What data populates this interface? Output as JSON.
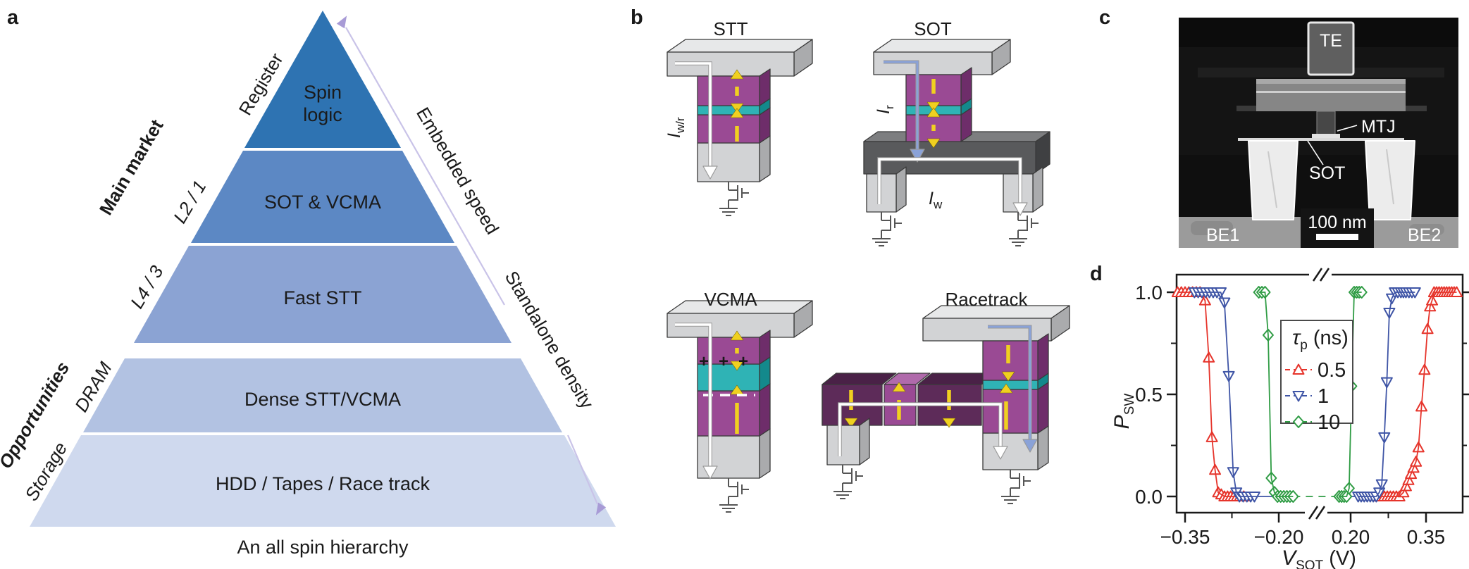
{
  "palette": {
    "pyramid": [
      "#2e73b2",
      "#5c88c4",
      "#8ba3d3",
      "#b2c2e2",
      "#cfd9ee"
    ],
    "arrow_line": "#c9c3e8",
    "arrow_head": "#a89bd6",
    "purple_front": "#9a4a94",
    "purple_side": "#6e2d6a",
    "purple_top": "#b06aab",
    "dark_purple_front": "#5d2b59",
    "dark_purple_top": "#4a2147",
    "teal_front": "#2fb3b5",
    "teal_side": "#13898c",
    "teal_top": "#8fd8d8",
    "gray_front": "#d2d3d5",
    "gray_side": "#aaabad",
    "gray_top": "#e7e8e9",
    "channel_front": "#595a5c",
    "channel_side": "#3f4042",
    "channel_top": "#7d7e80",
    "yellow": "#f0d020",
    "white_current": "#ffffff",
    "blue_current": "#8aa2d8",
    "outline": "#3a3a3a",
    "series_red": "#e6342b",
    "series_blue": "#3f55a6",
    "series_green": "#2f9c44"
  },
  "panels": {
    "a": {
      "label": "a",
      "caption": "An all spin hierarchy",
      "pyramid_layers": [
        {
          "level": "Register",
          "line1": "Spin",
          "line2": "logic"
        },
        {
          "level": "L2 / 1",
          "line1": "SOT & VCMA"
        },
        {
          "level": "L4 / 3",
          "line1": "Fast STT"
        },
        {
          "level": "DRAM",
          "line1": "Dense STT/VCMA"
        },
        {
          "level": "Storage",
          "line1": "HDD / Tapes / Race track"
        }
      ],
      "group_labels": {
        "top": "Main market",
        "bottom": "Opportunities"
      },
      "slope_labels": {
        "up": "Embedded speed",
        "down": "Standalone density"
      }
    },
    "b": {
      "label": "b",
      "devices": [
        {
          "name": "STT",
          "currents": [
            {
              "base": "I",
              "sub": "w/r"
            }
          ]
        },
        {
          "name": "SOT",
          "currents": [
            {
              "base": "I",
              "sub": "r"
            },
            {
              "base": "I",
              "sub": "w"
            }
          ]
        },
        {
          "name": "VCMA",
          "currents": []
        },
        {
          "name": "Racetrack",
          "currents": []
        }
      ]
    },
    "c": {
      "label": "c",
      "annotations": {
        "top_electrode": "TE",
        "mtj": "MTJ",
        "sot_layer": "SOT",
        "bottom_electrode_1": "BE1",
        "bottom_electrode_2": "BE2",
        "scale_bar": "100 nm"
      }
    },
    "d": {
      "label": "d",
      "ylabel": {
        "base": "P",
        "sub": "SW"
      },
      "xlabel": {
        "base": "V",
        "sub": "SOT",
        "rest": " (V)"
      },
      "legend_title": {
        "base": "τ",
        "sub": "p",
        "rest": " (ns)"
      }
    }
  },
  "chart_data": {
    "type": "scatter",
    "title": "Switching probability vs SOT voltage",
    "xlabel": "V_SOT (V)",
    "ylabel": "P_SW",
    "ylim": [
      0.0,
      1.0
    ],
    "yticks": [
      {
        "label": "1.0",
        "p": 1.0
      },
      {
        "label": "0.5",
        "p": 0.5
      },
      {
        "label": "0.0",
        "p": 0.0
      }
    ],
    "minor_yticks": [
      0.25,
      0.75
    ],
    "xticks": [
      {
        "label": "−0.35",
        "v": -0.35
      },
      {
        "label": "−0.20",
        "v": -0.2
      },
      {
        "label": "0.20",
        "v": 0.2
      },
      {
        "label": "0.35",
        "v": 0.35
      }
    ],
    "minor_xticks": [
      -0.275,
      0.275
    ],
    "x_axis_break": [
      -0.155,
      0.155
    ],
    "legend_position": "upper center-left",
    "grid": false,
    "series": [
      {
        "name": "0.5",
        "marker": "triangle-up",
        "color_key": "series_red",
        "left": [
          [
            -0.362,
            1
          ],
          [
            -0.356,
            1
          ],
          [
            -0.35,
            1
          ],
          [
            -0.344,
            1
          ],
          [
            -0.338,
            1
          ],
          [
            -0.332,
            1
          ],
          [
            -0.326,
            1
          ],
          [
            -0.318,
            0.96
          ],
          [
            -0.312,
            0.68
          ],
          [
            -0.307,
            0.29
          ],
          [
            -0.302,
            0.13
          ],
          [
            -0.297,
            0.02
          ],
          [
            -0.292,
            0.01
          ],
          [
            -0.287,
            0
          ],
          [
            -0.282,
            0
          ],
          [
            -0.277,
            0
          ],
          [
            -0.272,
            0
          ],
          [
            -0.267,
            0
          ],
          [
            -0.262,
            0
          ],
          [
            -0.256,
            0
          ]
        ],
        "right": [
          [
            0.255,
            0
          ],
          [
            0.261,
            0
          ],
          [
            0.267,
            0
          ],
          [
            0.273,
            0
          ],
          [
            0.279,
            0
          ],
          [
            0.285,
            0
          ],
          [
            0.291,
            0
          ],
          [
            0.297,
            0
          ],
          [
            0.305,
            0.02
          ],
          [
            0.31,
            0.05
          ],
          [
            0.315,
            0.08
          ],
          [
            0.32,
            0.11
          ],
          [
            0.325,
            0.14
          ],
          [
            0.33,
            0.17
          ],
          [
            0.335,
            0.24
          ],
          [
            0.341,
            0.44
          ],
          [
            0.347,
            0.62
          ],
          [
            0.353,
            0.82
          ],
          [
            0.358,
            0.93
          ],
          [
            0.362,
            0.96
          ],
          [
            0.366,
            1
          ],
          [
            0.371,
            1
          ],
          [
            0.376,
            1
          ],
          [
            0.381,
            1
          ],
          [
            0.386,
            1
          ],
          [
            0.391,
            1
          ],
          [
            0.396,
            1
          ],
          [
            0.401,
            1
          ],
          [
            0.406,
            1
          ],
          [
            0.411,
            1
          ]
        ]
      },
      {
        "name": "1",
        "marker": "triangle-down",
        "color_key": "series_blue",
        "left": [
          [
            -0.335,
            1
          ],
          [
            -0.329,
            1
          ],
          [
            -0.323,
            1
          ],
          [
            -0.317,
            1
          ],
          [
            -0.311,
            1
          ],
          [
            -0.305,
            1
          ],
          [
            -0.299,
            1
          ],
          [
            -0.293,
            1
          ],
          [
            -0.287,
            0.95
          ],
          [
            -0.28,
            0.59
          ],
          [
            -0.273,
            0.12
          ],
          [
            -0.268,
            0.02
          ],
          [
            -0.263,
            0
          ],
          [
            -0.257,
            0
          ],
          [
            -0.251,
            0
          ],
          [
            -0.245,
            0
          ],
          [
            -0.239,
            0
          ]
        ],
        "left_line_extend": -0.197,
        "right_line_extend": 0.196,
        "right": [
          [
            0.215,
            0
          ],
          [
            0.221,
            0
          ],
          [
            0.227,
            0
          ],
          [
            0.233,
            0
          ],
          [
            0.239,
            0
          ],
          [
            0.245,
            0
          ],
          [
            0.251,
            0
          ],
          [
            0.257,
            0.02
          ],
          [
            0.262,
            0.06
          ],
          [
            0.267,
            0.29
          ],
          [
            0.272,
            0.56
          ],
          [
            0.277,
            0.9
          ],
          [
            0.282,
            0.97
          ],
          [
            0.288,
            1
          ],
          [
            0.294,
            1
          ],
          [
            0.3,
            1
          ],
          [
            0.305,
            1
          ],
          [
            0.31,
            1
          ],
          [
            0.316,
            1
          ],
          [
            0.322,
            1
          ],
          [
            0.328,
            1
          ]
        ]
      },
      {
        "name": "10",
        "marker": "diamond",
        "color_key": "series_green",
        "left": [
          [
            -0.232,
            1
          ],
          [
            -0.227,
            1
          ],
          [
            -0.222,
            1
          ],
          [
            -0.217,
            0.79
          ],
          [
            -0.212,
            0.09
          ],
          [
            -0.207,
            0.02
          ],
          [
            -0.202,
            0
          ],
          [
            -0.197,
            0
          ],
          [
            -0.192,
            0
          ],
          [
            -0.187,
            0
          ],
          [
            -0.182,
            0
          ],
          [
            -0.177,
            0
          ]
        ],
        "right": [
          [
            0.177,
            0
          ],
          [
            0.182,
            0
          ],
          [
            0.187,
            0
          ],
          [
            0.192,
            0
          ],
          [
            0.197,
            0.04
          ],
          [
            0.202,
            0.54
          ],
          [
            0.207,
            1
          ],
          [
            0.212,
            1
          ],
          [
            0.217,
            1
          ],
          [
            0.222,
            1
          ]
        ],
        "dashed_across_break": true
      }
    ]
  }
}
